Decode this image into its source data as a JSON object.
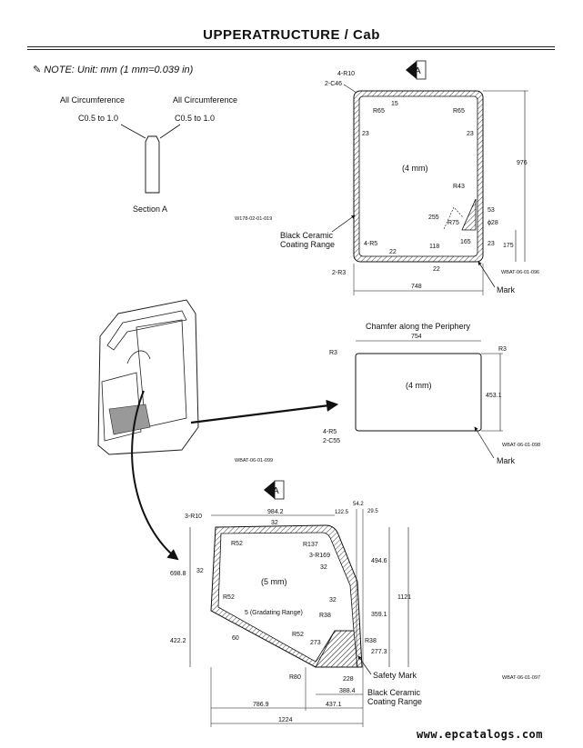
{
  "header": {
    "title": "UPPERATRUCTURE / Cab"
  },
  "note": {
    "text": "NOTE:  Unit: mm (1 mm=0.039 in)",
    "icon": "pencil-icon"
  },
  "section_a": {
    "left_label": "All Circumference",
    "right_label": "All Circumference",
    "left_chamfer": "C0.5  to  1.0",
    "right_chamfer": "C0.5 to 1.0",
    "caption": "Section A"
  },
  "glass_front": {
    "marker": "A",
    "code": "W178-02-01-019",
    "thickness": "(4 mm)",
    "labels": {
      "r10": "4-R10",
      "c46": "2-C46",
      "r65_left": "R65",
      "r65_right": "R65",
      "d15": "15",
      "d23_left": "23",
      "d23_right": "23",
      "height": "976",
      "r43": "R43",
      "d53": "53",
      "d255": "255",
      "r75": "R75",
      "phi28": "ϕ28",
      "d165": "165",
      "d23_bottom": "23",
      "d175": "175",
      "d118": "118",
      "r5": "4-R5",
      "d22_top": "22",
      "d22_bottom": "22",
      "r3": "2-R3",
      "width": "748",
      "coating": "Black Ceramic",
      "coating2": "Coating Range",
      "mark": "Mark",
      "code2": "WBAT-06-01-096"
    }
  },
  "glass_rear": {
    "title": "Chamfer along the Periphery",
    "width": "754",
    "height": "453.1",
    "thickness": "(4 mm)",
    "r3_left": "R3",
    "r3_right": "R3",
    "r5": "4-R5",
    "c55": "2-C55",
    "code": "WBAT-06-01-098",
    "mark": "Mark",
    "cab_code": "WBAT-06-01-099"
  },
  "glass_door": {
    "marker": "A",
    "thickness": "(5 mm)",
    "labels": {
      "r10": "3-R10",
      "d984": "984.2",
      "d32_top": "32",
      "d122": "122.5",
      "d54": "54.2",
      "d29": "29.5",
      "r52_top": "R52",
      "r137": "R137",
      "r169": "3-R169",
      "d32_right": "32",
      "d494": "494.6",
      "d698": "698.8",
      "d32_left": "32",
      "d1121": "1121",
      "r52_left": "R52",
      "d32_mid": "32",
      "gradating": "5 (Gradating Range)",
      "d359": "359.1",
      "r38_top": "R38",
      "d422": "422.2",
      "d60": "60",
      "r52_bottom": "R52",
      "d273": "273",
      "r38_right": "R38",
      "d277": "277.3",
      "r80": "R80",
      "d228": "228",
      "d388": "388.4",
      "safety": "Safety Mark",
      "d786": "786.9",
      "d437": "437.1",
      "coating": "Black Ceramic",
      "coating2": "Coating Range",
      "d1224": "1224",
      "code": "WBAT-06-01-097"
    }
  },
  "footer": {
    "watermark": "www.epcatalogs.com"
  }
}
